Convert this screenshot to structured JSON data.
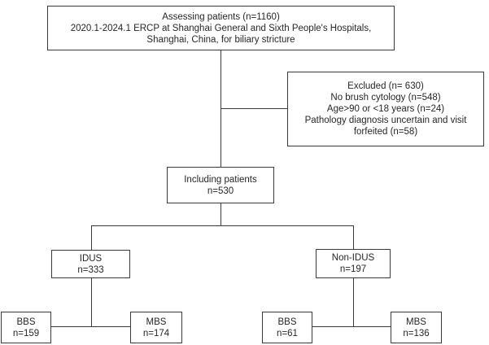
{
  "diagram": {
    "type": "flowchart",
    "colors": {
      "background": "#ffffff",
      "box_border": "#3a3a3a",
      "connector": "#3a3a3a",
      "text": "#262626"
    },
    "boxes": {
      "assessing": {
        "lines": [
          "Assessing patients (n=1160)",
          "2020.1-2024.1 ERCP at Shanghai General and Sixth People's Hospitals,",
          "Shanghai, China, for biliary stricture"
        ]
      },
      "excluded": {
        "lines": [
          "Excluded (n= 630)",
          "No brush cytology (n=548)",
          "Age>90 or <18 years (n=24)",
          "Pathology diagnosis uncertain and visit forfeited (n=58)"
        ]
      },
      "including": {
        "lines": [
          "Including patients",
          "n=530"
        ]
      },
      "idus": {
        "lines": [
          "IDUS",
          "n=333"
        ]
      },
      "non_idus": {
        "lines": [
          "Non-IDUS",
          "n=197"
        ]
      },
      "idus_bbs": {
        "lines": [
          "BBS",
          "n=159"
        ]
      },
      "idus_mbs": {
        "lines": [
          "MBS",
          "n=174"
        ]
      },
      "non_idus_bbs": {
        "lines": [
          "BBS",
          "n=61"
        ]
      },
      "non_idus_mbs": {
        "lines": [
          "MBS",
          "n=136"
        ]
      }
    }
  }
}
